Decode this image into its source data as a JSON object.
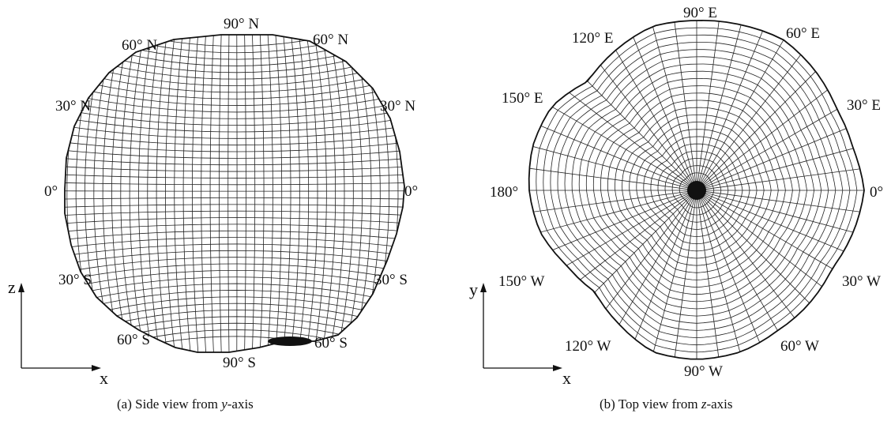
{
  "panels": [
    {
      "id": "a",
      "caption": {
        "prefix": "(a)  Side view from ",
        "axis": "y",
        "suffix": "-axis"
      },
      "labels": [
        "90° N",
        "60° N",
        "60° N",
        "30° N",
        "30° N",
        "0°",
        "0°",
        "30° S",
        "30° S",
        "60° S",
        "60° S",
        "90° S"
      ],
      "axes": {
        "vertical": "z",
        "horizontal": "x"
      }
    },
    {
      "id": "b",
      "caption": {
        "prefix": "(b)  Top view from ",
        "axis": "z",
        "suffix": "-axis"
      },
      "labels": [
        "90° E",
        "120° E",
        "60° E",
        "150° E",
        "30° E",
        "180°",
        "0°",
        "150° W",
        "30° W",
        "120° W",
        "60° W",
        "90° W"
      ],
      "axes": {
        "vertical": "y",
        "horizontal": "x"
      }
    }
  ]
}
